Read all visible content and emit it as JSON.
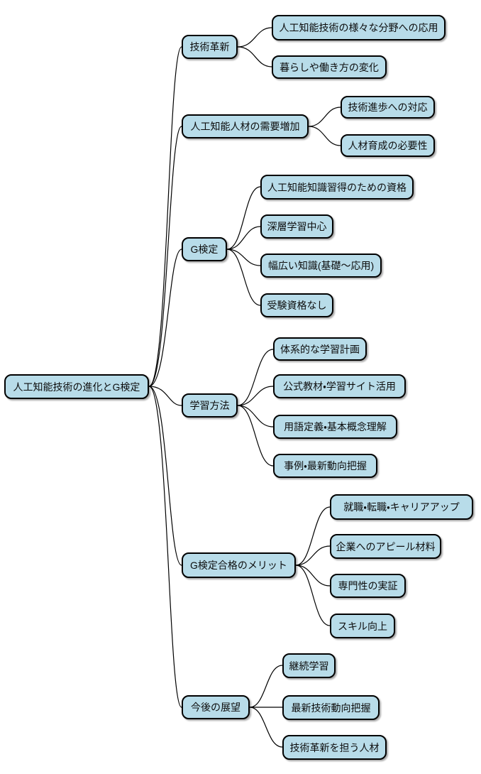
{
  "diagram": {
    "type": "mindmap",
    "colors": {
      "background": "#ffffff",
      "node_fill": "#b8dce9",
      "node_border": "#000000",
      "connector": "#000000"
    },
    "root": {
      "label": "人工知能技術の進化とG検定"
    },
    "branches": [
      {
        "label": "技術革新",
        "children": [
          "人工知能技術の様々な分野への応用",
          "暮らしや働き方の変化"
        ]
      },
      {
        "label": "人工知能人材の需要増加",
        "children": [
          "技術進歩への対応",
          "人材育成の必要性"
        ]
      },
      {
        "label": "G検定",
        "children": [
          "人工知能知識習得のための資格",
          "深層学習中心",
          "幅広い知識(基礎〜応用)",
          "受験資格なし"
        ]
      },
      {
        "label": "学習方法",
        "children": [
          "体系的な学習計画",
          "公式教材・学習サイト活用",
          "用語定義・基本概念理解",
          "事例・最新動向把握"
        ]
      },
      {
        "label": "G検定合格のメリット",
        "children": [
          "就職・転職・キャリアアップ",
          "企業へのアピール材料",
          "専門性の実証",
          "スキル向上"
        ]
      },
      {
        "label": "今後の展望",
        "children": [
          "継続学習",
          "最新技術動向把握",
          "技術革新を担う人材"
        ]
      }
    ]
  }
}
